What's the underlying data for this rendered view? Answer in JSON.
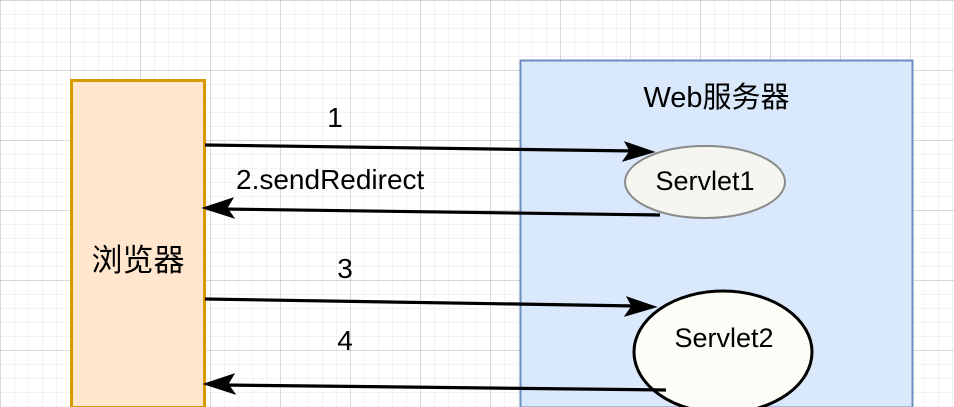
{
  "diagram": {
    "title_text": "Web服务器",
    "nodes": {
      "browser": {
        "label": "浏览器",
        "fill": "#ffe6cc",
        "stroke": "#d79b00",
        "shape": "rect"
      },
      "webserver": {
        "label": "Web服务器",
        "fill": "#dae8fc",
        "stroke": "#6c8ebf",
        "shape": "rect"
      },
      "servlet1": {
        "label": "Servlet1",
        "fill": "#f5f5f0",
        "stroke": "#808080",
        "shape": "ellipse"
      },
      "servlet2": {
        "label": "Servlet2",
        "fill": "#fdfdf7",
        "stroke": "#000000",
        "shape": "ellipse"
      }
    },
    "edges": [
      {
        "id": "edge-1",
        "label": "1",
        "from": "browser",
        "to": "servlet1",
        "direction": "right"
      },
      {
        "id": "edge-2",
        "label": "2.sendRedirect",
        "from": "servlet1",
        "to": "browser",
        "direction": "left"
      },
      {
        "id": "edge-3",
        "label": "3",
        "from": "browser",
        "to": "servlet2",
        "direction": "right"
      },
      {
        "id": "edge-4",
        "label": "4",
        "from": "servlet2",
        "to": "browser",
        "direction": "left"
      }
    ],
    "edge_color": "#000000",
    "background": "#ffffff",
    "grid": "visible"
  }
}
